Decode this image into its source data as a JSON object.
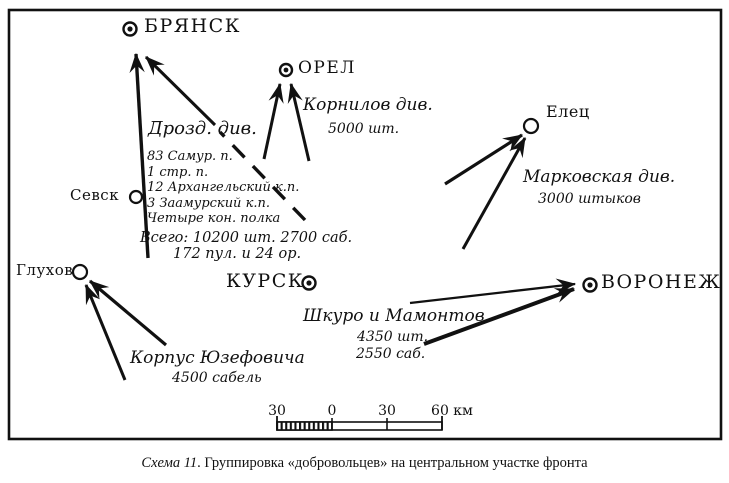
{
  "cities": {
    "bryansk": {
      "label": "БРЯНСК"
    },
    "orel": {
      "label": "ОРЕЛ"
    },
    "yelets": {
      "label": "Елец"
    },
    "sevsk": {
      "label": "Севск"
    },
    "glukhov": {
      "label": "Глухов"
    },
    "kursk": {
      "label": "КУРСК"
    },
    "voronezh": {
      "label": "ВОРОНЕЖ"
    }
  },
  "units": {
    "drozdovsky": {
      "name": "Дрозд. див.",
      "composition": [
        "83 Самур. п.",
        "1 стр. п.",
        "12 Архангельский к.п.",
        "3 Заамурский к.п.",
        "Четыре кон. полка"
      ],
      "total_line1": "Всего: 10200 шт. 2700 саб.",
      "total_line2": "172 пул. и 24 ор."
    },
    "kornilov": {
      "name": "Корнилов див.",
      "strength": "5000 шт."
    },
    "markov": {
      "name": "Марковская див.",
      "strength": "3000 штыков"
    },
    "shkuro_mamontov": {
      "name": "Шкуро и Мамонтов",
      "strength_line1": "4350 шт.",
      "strength_line2": "2550 саб."
    },
    "yuzefovich": {
      "name": "Корпус Юзефовича",
      "strength": "4500 сабель"
    }
  },
  "scale_bar": {
    "labels": [
      "30",
      "0",
      "30",
      "60 км"
    ],
    "unit": "км"
  },
  "caption": {
    "prefix_italic": "Схема 11",
    "rest": ". Группировка «добровольцев» на центральном участке фронта"
  },
  "colors": {
    "ink": "#111111",
    "paper": "#ffffff"
  }
}
